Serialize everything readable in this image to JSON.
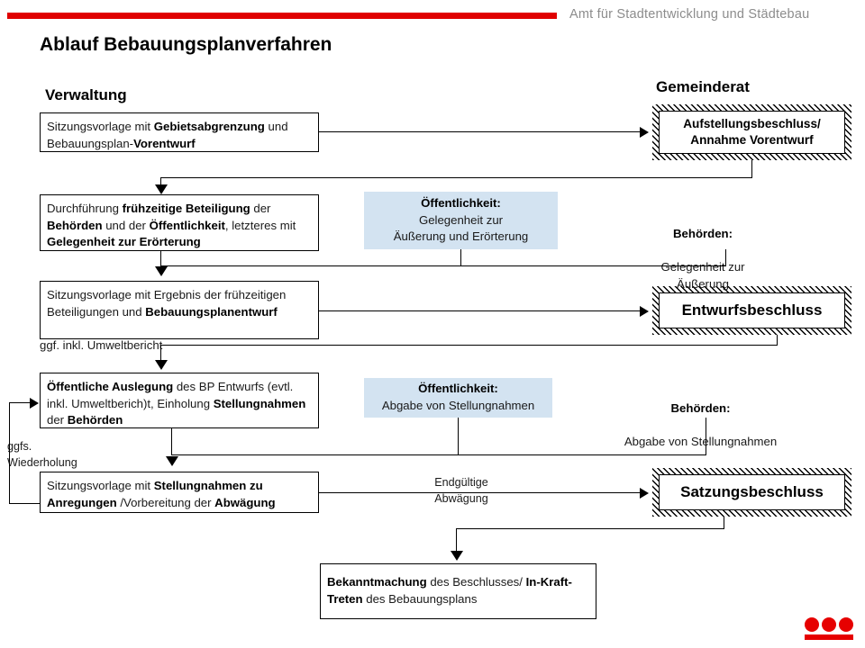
{
  "header": {
    "department": "Amt für Stadtentwicklung und Städtebau",
    "accent_color": "#e00000",
    "text_color": "#8c8c8c"
  },
  "page_title": "Ablauf Bebauungsplanverfahren",
  "columns": {
    "left_heading": "Verwaltung",
    "right_heading": "Gemeinderat"
  },
  "palette": {
    "info_box_fill": "#d3e3f1",
    "box_border": "#000000",
    "logo_red": "#e60000"
  },
  "admin_steps": [
    {
      "id": "step1",
      "segments": [
        {
          "text": "Sitzungsvorlage mit ",
          "bold": false
        },
        {
          "text": "Gebietsabgrenzung",
          "bold": true
        },
        {
          "text": " und Bebauungsplan-",
          "bold": false
        },
        {
          "text": "Vorentwurf",
          "bold": true
        }
      ]
    },
    {
      "id": "step2",
      "segments": [
        {
          "text": "Durchführung ",
          "bold": false
        },
        {
          "text": "frühzeitige Beteiligung",
          "bold": true
        },
        {
          "text": " der ",
          "bold": false
        },
        {
          "text": "Behörden",
          "bold": true
        },
        {
          "text": " und der ",
          "bold": false
        },
        {
          "text": "Öffentlichkeit",
          "bold": true
        },
        {
          "text": ", letzteres mit ",
          "bold": false
        },
        {
          "text": "Gelegenheit zur Erörterung",
          "bold": true
        }
      ]
    },
    {
      "id": "step3",
      "segments": [
        {
          "text": "Sitzungsvorlage mit Ergebnis der frühzeitigen Beteiligungen und ",
          "bold": false
        },
        {
          "text": "Bebauungsplanentwurf",
          "bold": true
        }
      ]
    },
    {
      "id": "step4",
      "segments": [
        {
          "text": "Öffentliche Auslegung",
          "bold": true
        },
        {
          "text": " des BP Entwurfs (evtl. inkl. Umweltberich)t, Einholung ",
          "bold": false
        },
        {
          "text": "Stellungnahmen",
          "bold": true
        },
        {
          "text": " der ",
          "bold": false
        },
        {
          "text": "Behörden",
          "bold": true
        }
      ]
    },
    {
      "id": "step5",
      "segments": [
        {
          "text": "Sitzungsvorlage mit ",
          "bold": false
        },
        {
          "text": "Stellungnahmen zu Anregungen",
          "bold": true
        },
        {
          "text": " /Vorbereitung der ",
          "bold": false
        },
        {
          "text": "Abwägung",
          "bold": true
        }
      ]
    }
  ],
  "final_step": {
    "segments": [
      {
        "text": "Bekanntmachung",
        "bold": true
      },
      {
        "text": " des Beschlusses/ ",
        "bold": false
      },
      {
        "text": "In-Kraft-Treten",
        "bold": true
      },
      {
        "text": " des Bebauungsplans",
        "bold": false
      }
    ]
  },
  "council_decisions": [
    {
      "id": "d1",
      "lines": [
        "Aufstellungsbeschluss/",
        "Annahme Vorentwurf"
      ],
      "size": "small"
    },
    {
      "id": "d2",
      "lines": [
        "Entwurfsbeschluss"
      ],
      "size": "big"
    },
    {
      "id": "d3",
      "lines": [
        "Satzungsbeschluss"
      ],
      "size": "big"
    }
  ],
  "public_panels": [
    {
      "id": "p1",
      "title": "Öffentlichkeit:",
      "body": "Gelegenheit  zur\nÄußerung und Erörterung"
    },
    {
      "id": "p2",
      "title": "Öffentlichkeit:",
      "body": "Abgabe  von Stellungnahmen"
    }
  ],
  "authority_labels": [
    {
      "id": "a1",
      "title": "Behörden:",
      "body": "Gelegenheit  zur\nÄußerung"
    },
    {
      "id": "a2",
      "title": "Behörden:",
      "body": "Abgabe  von Stellungnahmen"
    }
  ],
  "annotations": {
    "umweltbericht": "ggf. inkl. Umweltbericht",
    "wiederholung": "ggfs.\nWiederholung",
    "abwaegung": "Endgültige\nAbwägung"
  }
}
